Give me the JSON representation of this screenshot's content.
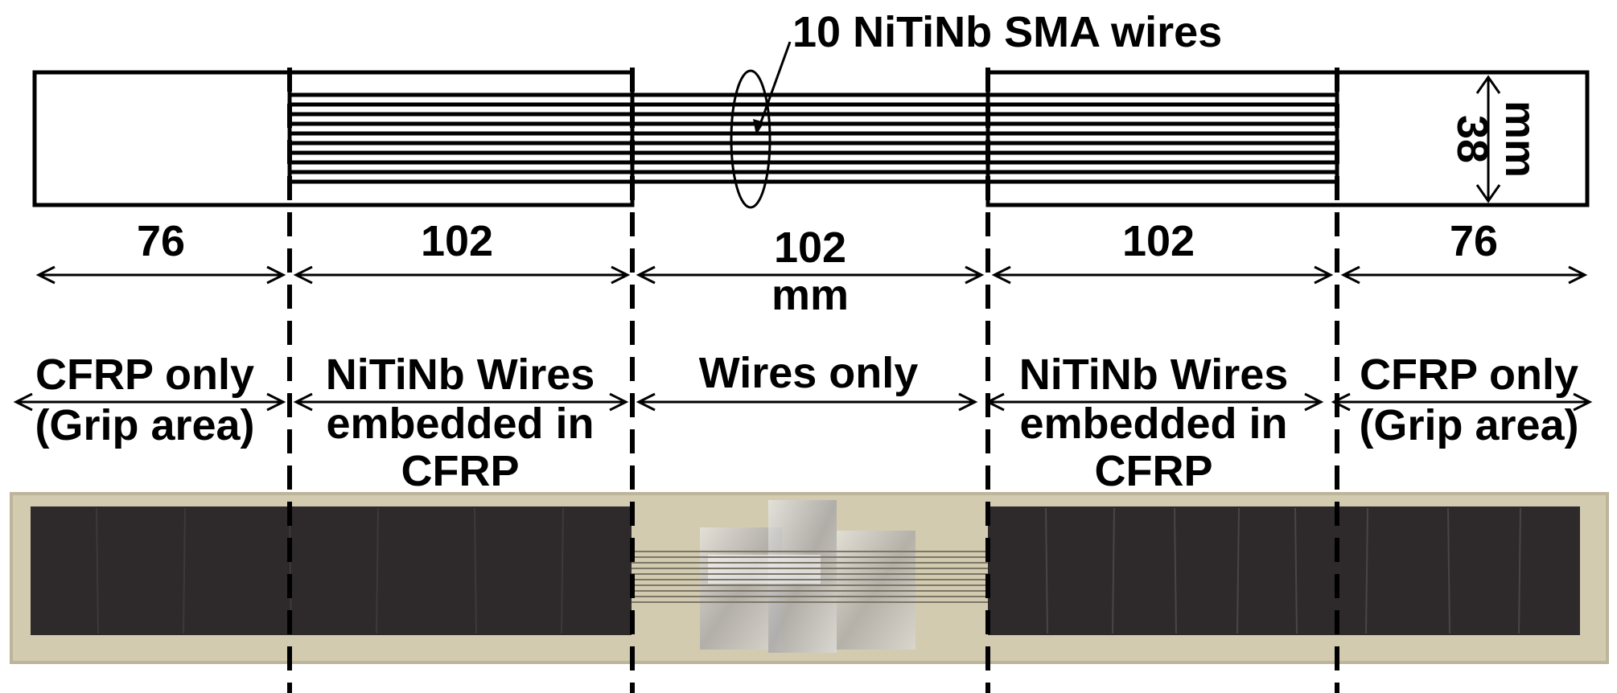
{
  "callout": {
    "label": "10 NiTiNb SMA wires"
  },
  "width_dim": {
    "value": "38",
    "unit": "mm"
  },
  "lengths": {
    "grip_left": "76",
    "embedded_left": "102",
    "gauge": "102",
    "gauge_unit": "mm",
    "embedded_right": "102",
    "grip_right": "76"
  },
  "regions": {
    "grip_left": [
      "CFRP only",
      "(Grip area)"
    ],
    "embedded_left": [
      "NiTiNb Wires",
      "embedded in",
      "CFRP"
    ],
    "gauge": [
      "Wires only"
    ],
    "embedded_right": [
      "NiTiNb Wires",
      "embedded in",
      "CFRP"
    ],
    "grip_right": [
      "CFRP only",
      "(Grip area)"
    ]
  },
  "colors": {
    "line": "#000000",
    "cfrp": "#2e2a2c",
    "backing": "#d2cbb0",
    "wire_photo": "#8a8478",
    "tape": "#c9c6c2"
  }
}
